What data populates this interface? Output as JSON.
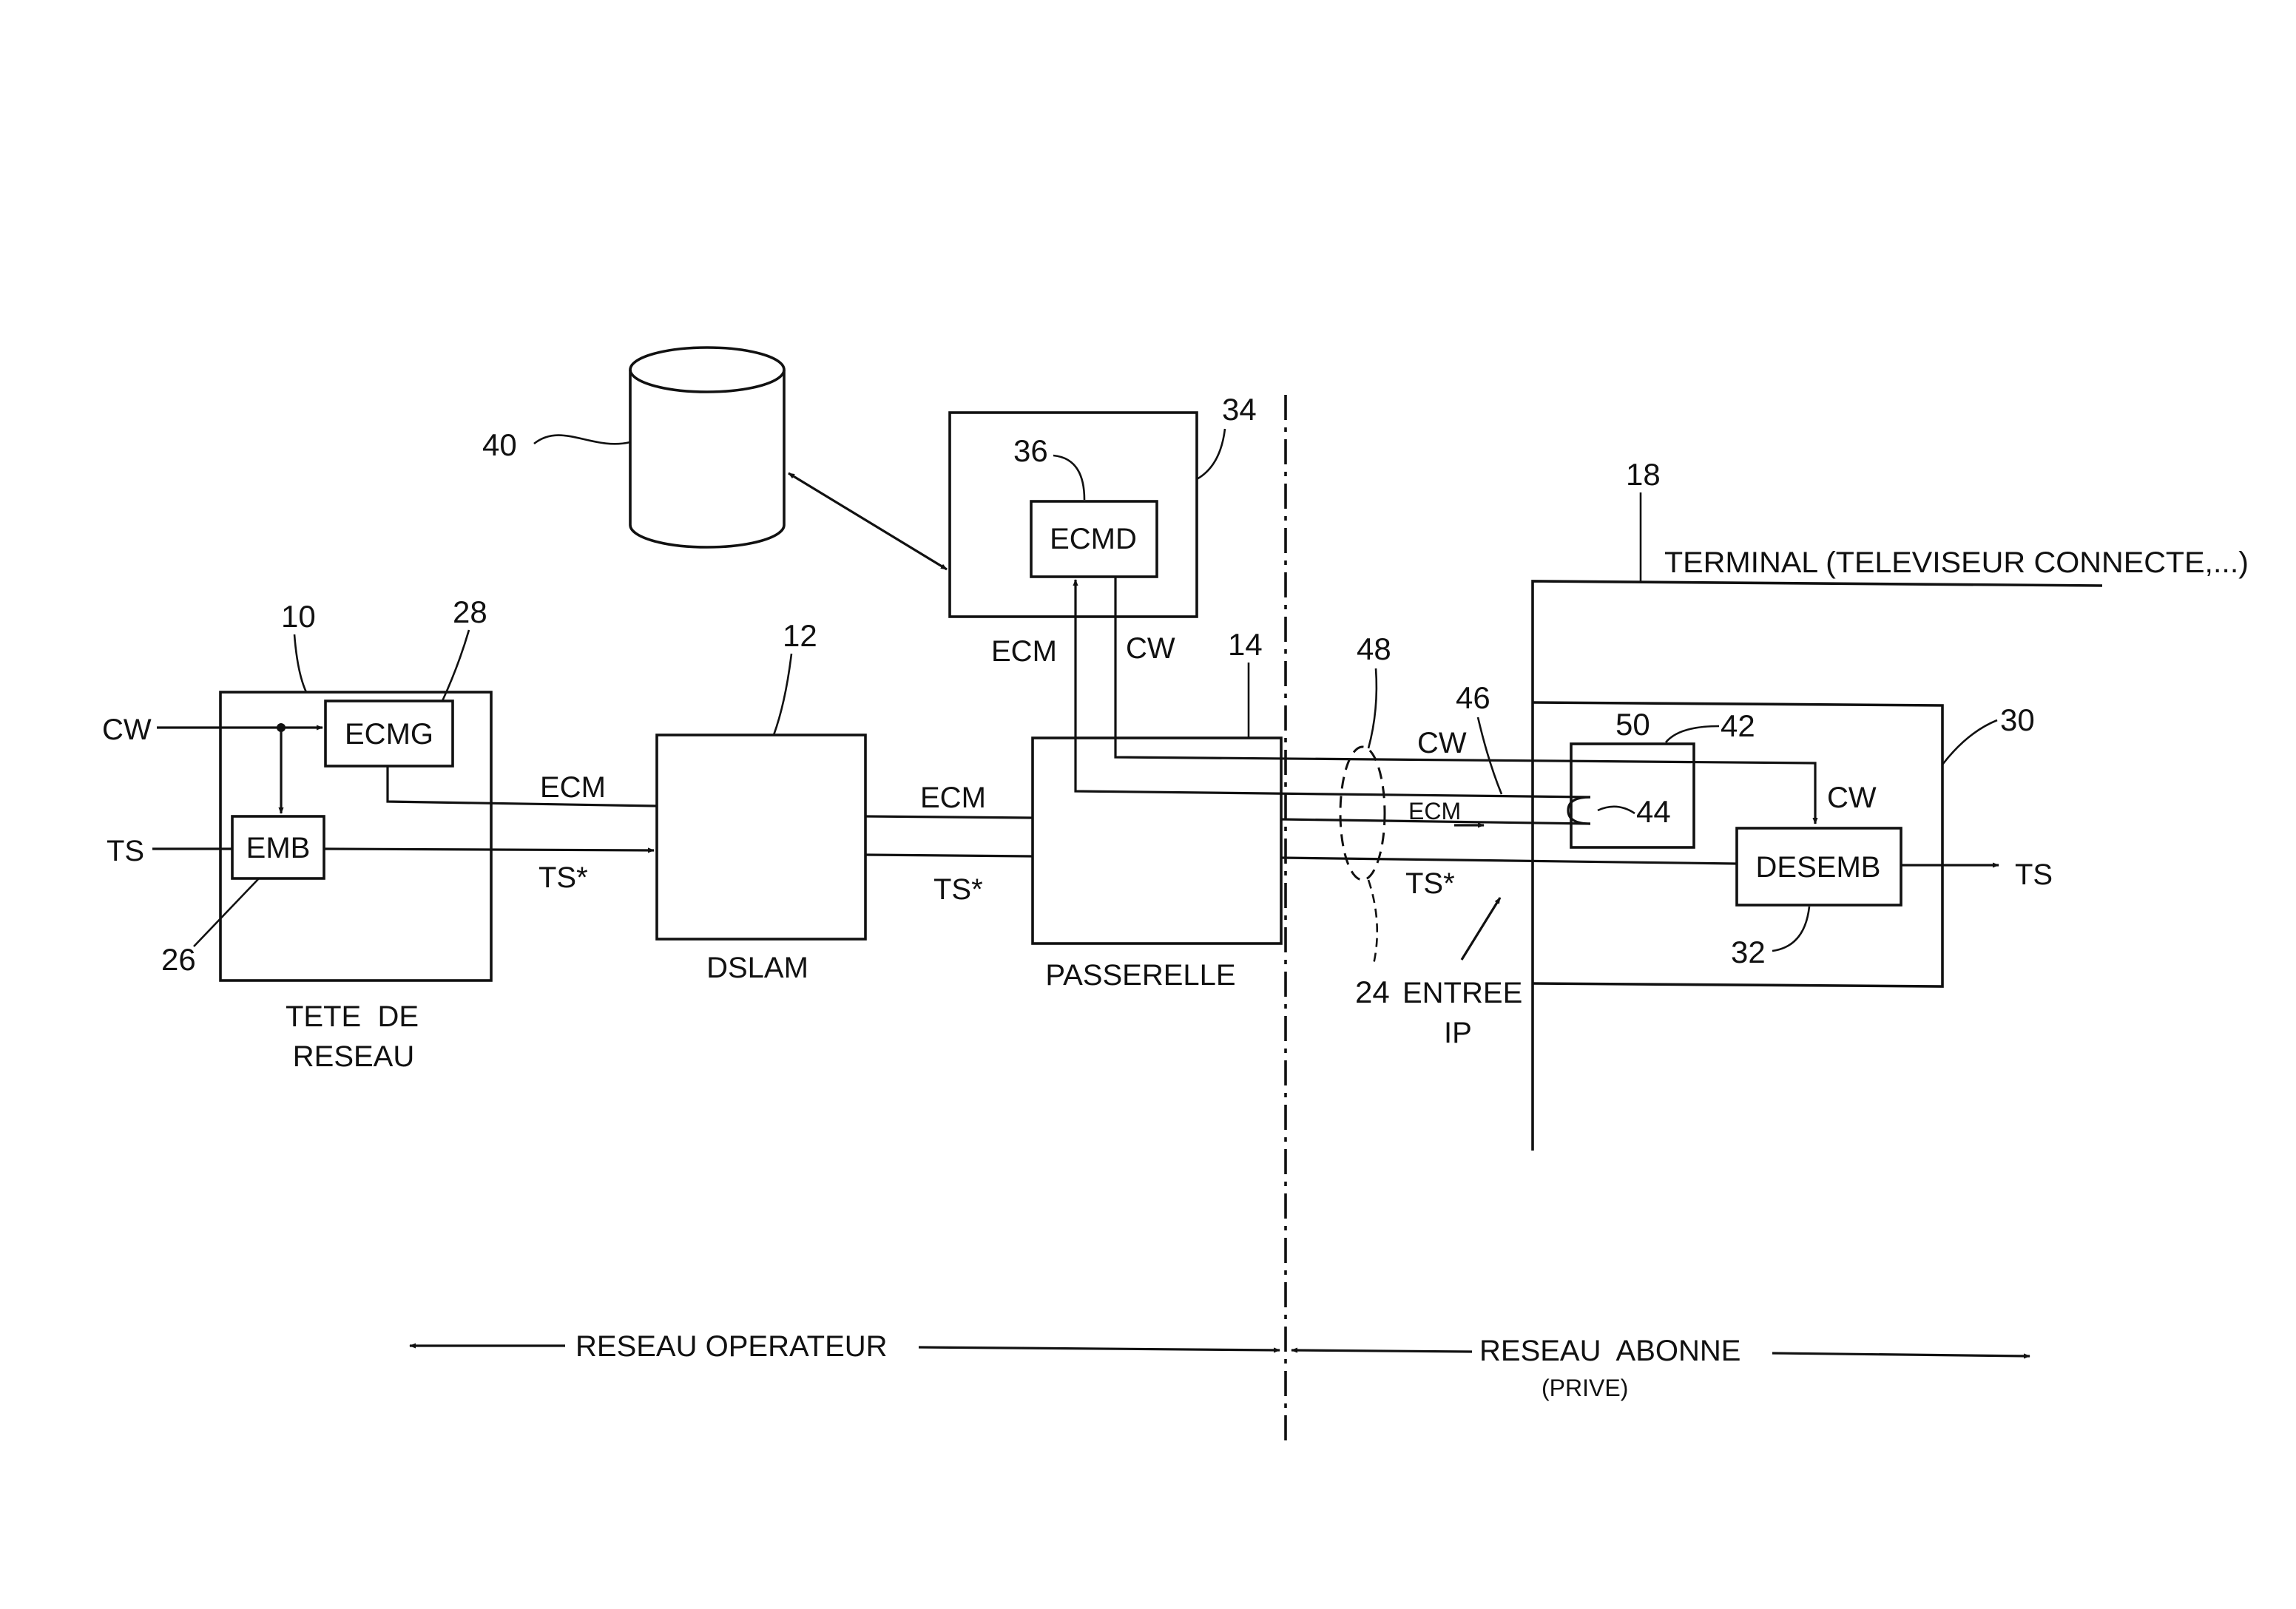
{
  "blocks": {
    "ecmg": "ECMG",
    "emb": "EMB",
    "dslam": "DSLAM",
    "passerelle": "PASSERELLE",
    "ecmd": "ECMD",
    "desemb": "DESEMB",
    "tete_line1": "TETE  DE",
    "tete_line2": "RESEAU",
    "terminal": "TERMINAL (TELEVISEUR CONNECTE,...)",
    "entree_line1": "ENTREE",
    "entree_line2": "IP"
  },
  "signals": {
    "cw_in": "CW",
    "ts_in": "TS",
    "ecm_1": "ECM",
    "ts_star_1": "TS*",
    "ecm_2": "ECM",
    "ts_star_2": "TS*",
    "ecm_up": "ECM",
    "cw_down": "CW",
    "cw_3": "CW",
    "ecm_3": "ECM",
    "ts_star_3": "TS*",
    "cw_4": "CW",
    "ts_out": "TS"
  },
  "refs": {
    "r10": "10",
    "r28": "28",
    "r26": "26",
    "r12": "12",
    "r14": "14",
    "r34": "34",
    "r36": "36",
    "r40": "40",
    "r18": "18",
    "r48": "48",
    "r46": "46",
    "r50": "50",
    "r42": "42",
    "r44": "44",
    "r30": "30",
    "r32": "32",
    "r24": "24"
  },
  "bottom": {
    "reseau_operateur": "RESEAU OPERATEUR",
    "reseau_abonne": "RESEAU  ABONNE",
    "prive": "(PRIVE)"
  }
}
